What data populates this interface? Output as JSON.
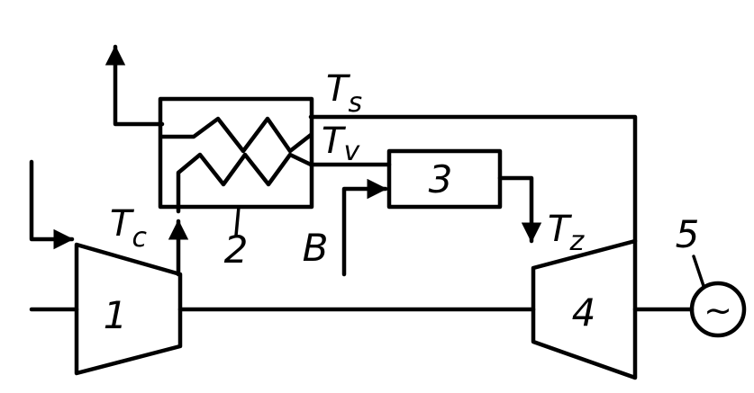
{
  "components": {
    "compressor": "1",
    "regenerator": "2",
    "combustor": "3",
    "turbine": "4",
    "generator": "5"
  },
  "temperatures": {
    "exhaust": {
      "symbol": "T",
      "subscript": "s"
    },
    "preheated_air": {
      "symbol": "T",
      "subscript": "v"
    },
    "compressor_outlet": {
      "symbol": "T",
      "subscript": "c"
    },
    "turbine_inlet": {
      "symbol": "T",
      "subscript": "z"
    }
  },
  "fuel_label": "B",
  "generator_symbol": "~"
}
